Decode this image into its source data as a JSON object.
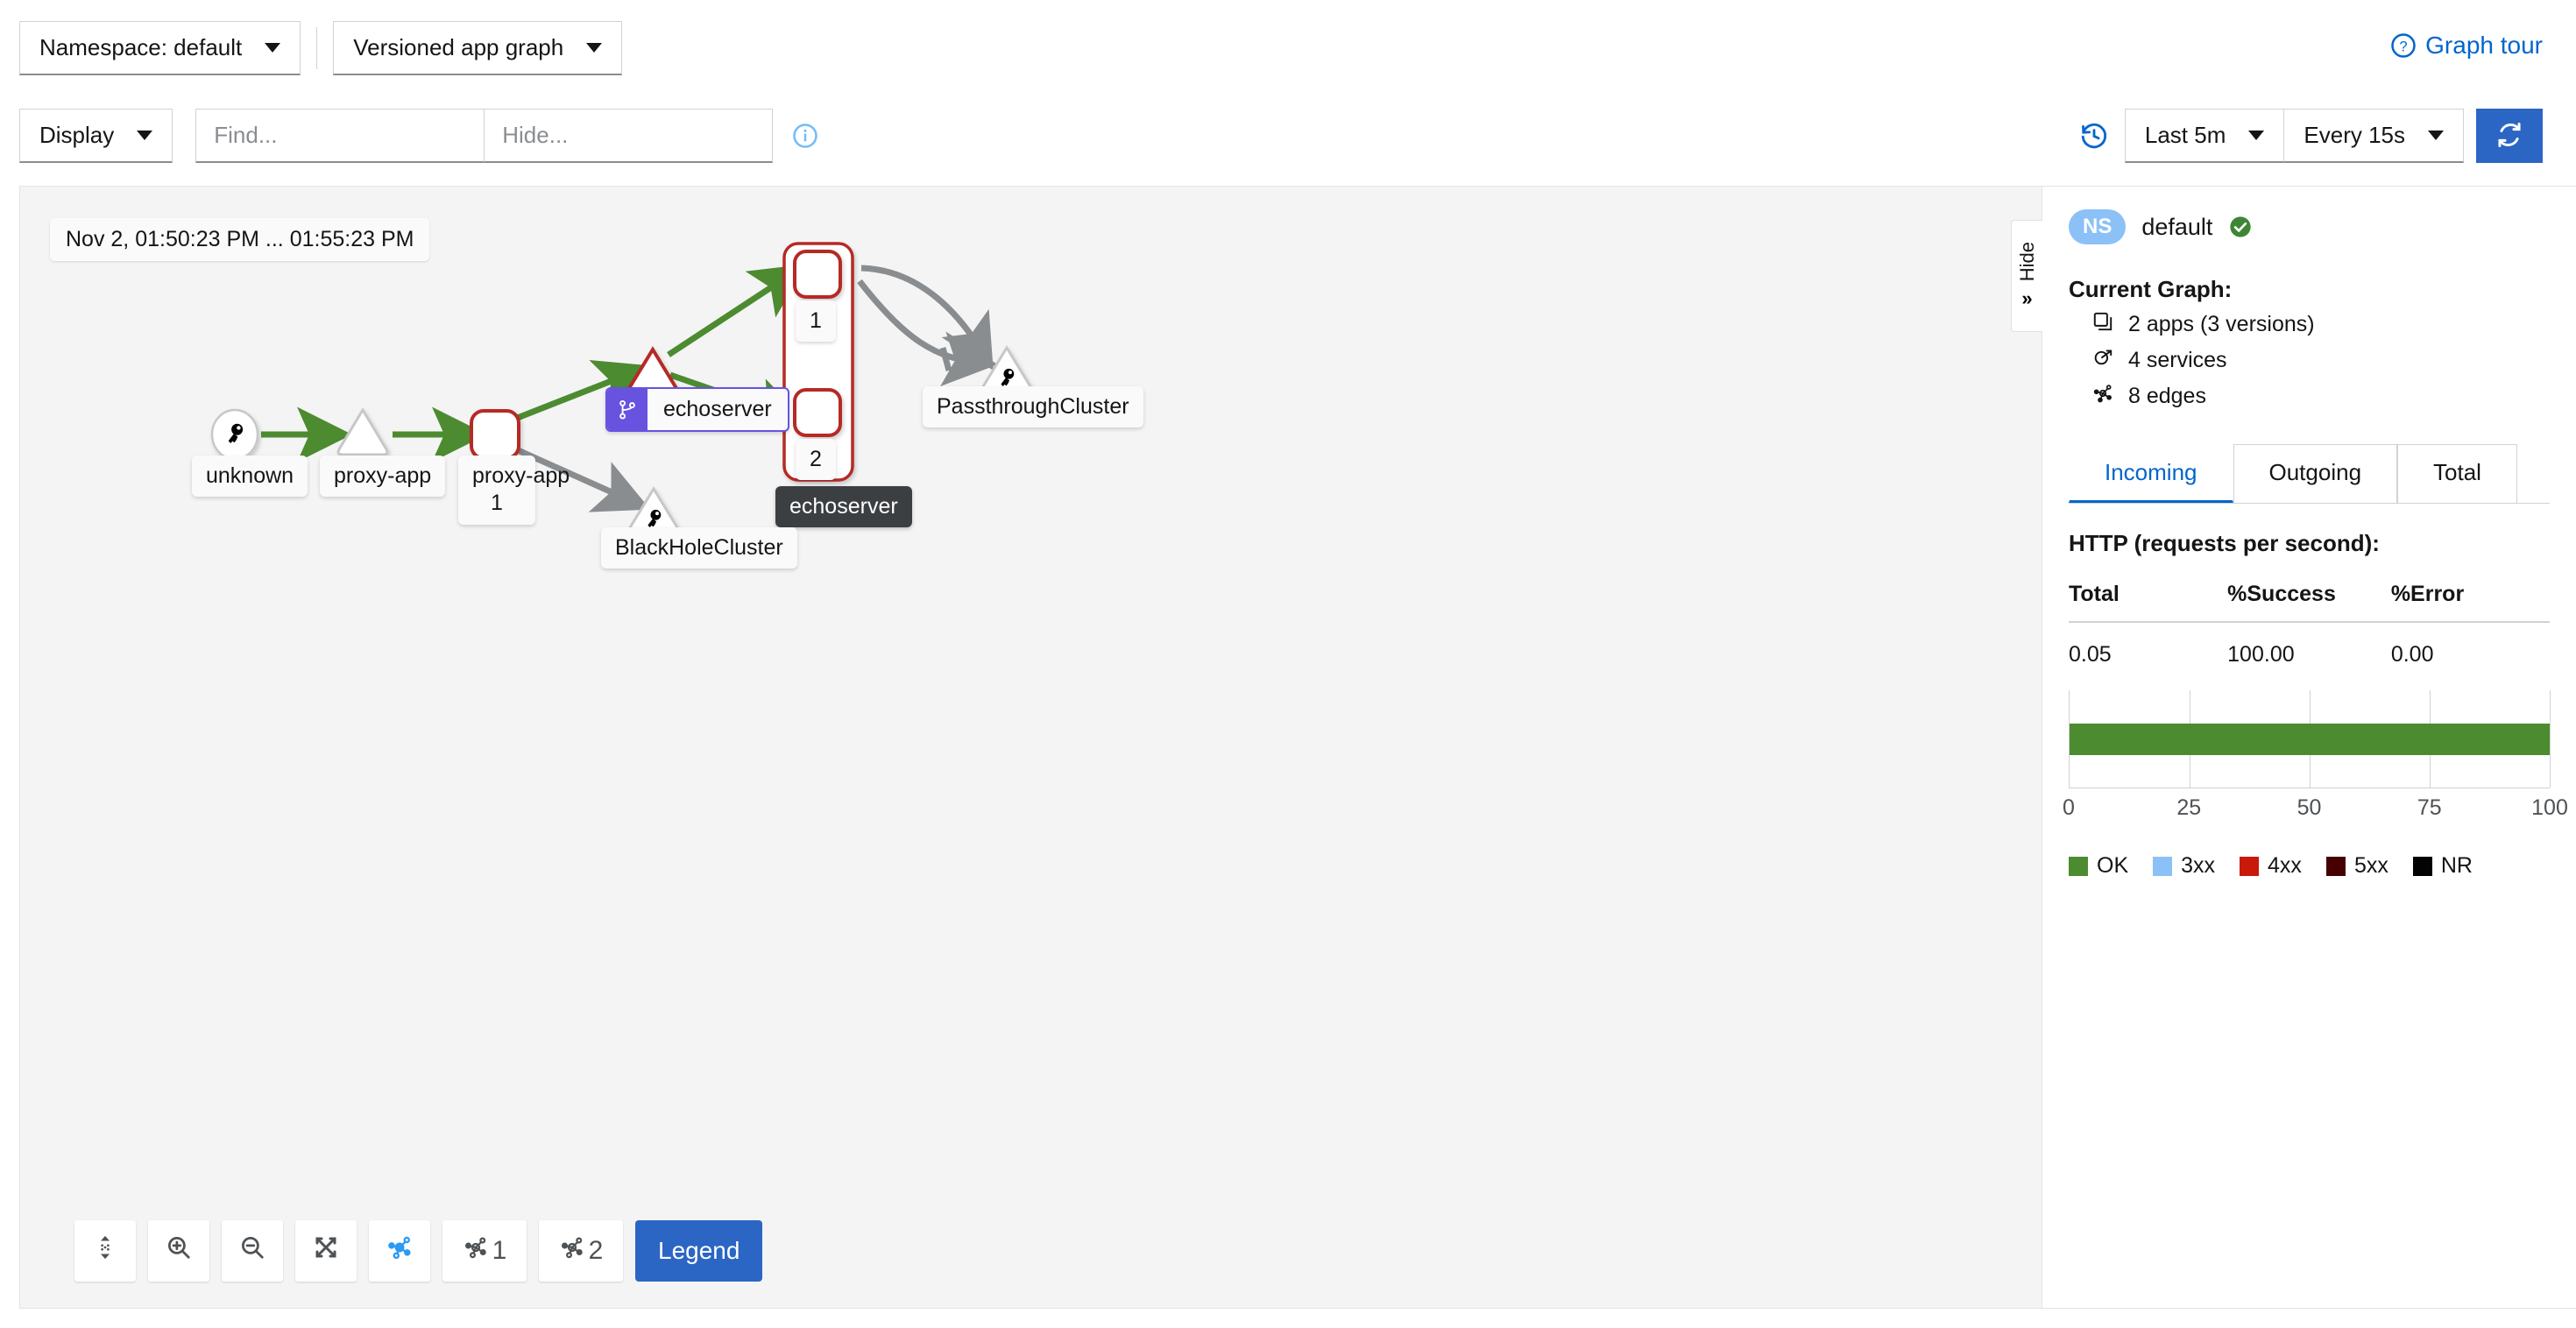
{
  "header": {
    "namespace_select": "Namespace: default",
    "graph_type_select": "Versioned app graph",
    "graph_tour": "Graph tour",
    "graph_tour_icon": "help-circle-icon"
  },
  "toolbar": {
    "display_label": "Display",
    "find_placeholder": "Find...",
    "find_value": "",
    "hide_placeholder": "Hide...",
    "hide_value": "",
    "info_icon": "info-circle-icon",
    "history_icon": "history-icon",
    "time_range": "Last 5m",
    "refresh_interval": "Every 15s",
    "refresh_icon": "refresh-icon"
  },
  "graph": {
    "timestamp": "Nov 2, 01:50:23 PM ... 01:55:23 PM",
    "nodes": [
      {
        "id": "unknown",
        "label": "unknown",
        "shape": "circle",
        "icon": "key-icon",
        "status": "neutral"
      },
      {
        "id": "proxy-app-svc",
        "label": "proxy-app",
        "shape": "triangle",
        "status": "neutral"
      },
      {
        "id": "proxy-app-v1",
        "label": "proxy-app",
        "sublabel": "1",
        "shape": "rounded-square",
        "status": "error"
      },
      {
        "id": "echoserver-svc",
        "label": "echoserver",
        "shape": "triangle",
        "status": "error",
        "badge": "virtual-service-icon"
      },
      {
        "id": "echoserver-v1",
        "label": "1",
        "shape": "rounded-square",
        "status": "error"
      },
      {
        "id": "echoserver-v2",
        "label": "2",
        "shape": "rounded-square",
        "status": "error"
      },
      {
        "id": "echoserver-group",
        "label": "echoserver",
        "shape": "group-box",
        "status": "error"
      },
      {
        "id": "passthrough",
        "label": "PassthroughCluster",
        "shape": "triangle",
        "icon": "key-icon",
        "status": "neutral"
      },
      {
        "id": "blackhole",
        "label": "BlackHoleCluster",
        "shape": "triangle",
        "icon": "key-icon",
        "status": "neutral"
      }
    ],
    "edge_colors": {
      "healthy": "#4d8b31",
      "idle": "#8a8d90",
      "error": "#a30000"
    }
  },
  "graph_toolbar": {
    "buttons": [
      {
        "name": "fit-to-screen",
        "icon": "drag-move-icon",
        "label": ""
      },
      {
        "name": "zoom-in",
        "icon": "zoom-in-icon",
        "label": ""
      },
      {
        "name": "zoom-out",
        "icon": "zoom-out-icon",
        "label": ""
      },
      {
        "name": "expand",
        "icon": "expand-icon",
        "label": ""
      },
      {
        "name": "layout-default",
        "icon": "topology-icon",
        "label": "",
        "active": true
      },
      {
        "name": "layout-1",
        "icon": "topology-icon",
        "label": "1"
      },
      {
        "name": "layout-2",
        "icon": "topology-icon",
        "label": "2"
      }
    ],
    "legend_label": "Legend"
  },
  "side_panel": {
    "hide_label": "Hide",
    "hide_icon": "chevron-double-right-icon",
    "ns_badge": "NS",
    "ns_name": "default",
    "ns_status_icon": "check-circle-icon",
    "current_graph_title": "Current Graph:",
    "summary": [
      {
        "icon": "applications-icon",
        "text": "2 apps (3 versions)"
      },
      {
        "icon": "service-icon",
        "text": "4 services"
      },
      {
        "icon": "topology-icon",
        "text": "8 edges"
      }
    ],
    "tabs": [
      {
        "label": "Incoming",
        "active": true
      },
      {
        "label": "Outgoing",
        "active": false
      },
      {
        "label": "Total",
        "active": false
      }
    ],
    "http_title": "HTTP (requests per second):",
    "table": {
      "columns": [
        "Total",
        "%Success",
        "%Error"
      ],
      "rows": [
        [
          "0.05",
          "100.00",
          "0.00"
        ]
      ]
    }
  },
  "chart_data": {
    "type": "bar",
    "orientation": "horizontal",
    "title": "",
    "categories": [
      "HTTP"
    ],
    "series": [
      {
        "name": "OK",
        "color": "#4d8b31",
        "values": [
          100
        ]
      },
      {
        "name": "3xx",
        "color": "#8bc1f7",
        "values": [
          0
        ]
      },
      {
        "name": "4xx",
        "color": "#c9190b",
        "values": [
          0
        ]
      },
      {
        "name": "5xx",
        "color": "#470000",
        "values": [
          0
        ]
      },
      {
        "name": "NR",
        "color": "#030303",
        "values": [
          0
        ]
      }
    ],
    "xlabel": "",
    "ylabel": "",
    "xlim": [
      0,
      100
    ],
    "xticks": [
      0,
      25,
      50,
      75,
      100
    ],
    "grid": true,
    "legend_position": "bottom",
    "legend_entries": [
      "OK",
      "3xx",
      "4xx",
      "5xx",
      "NR"
    ]
  }
}
